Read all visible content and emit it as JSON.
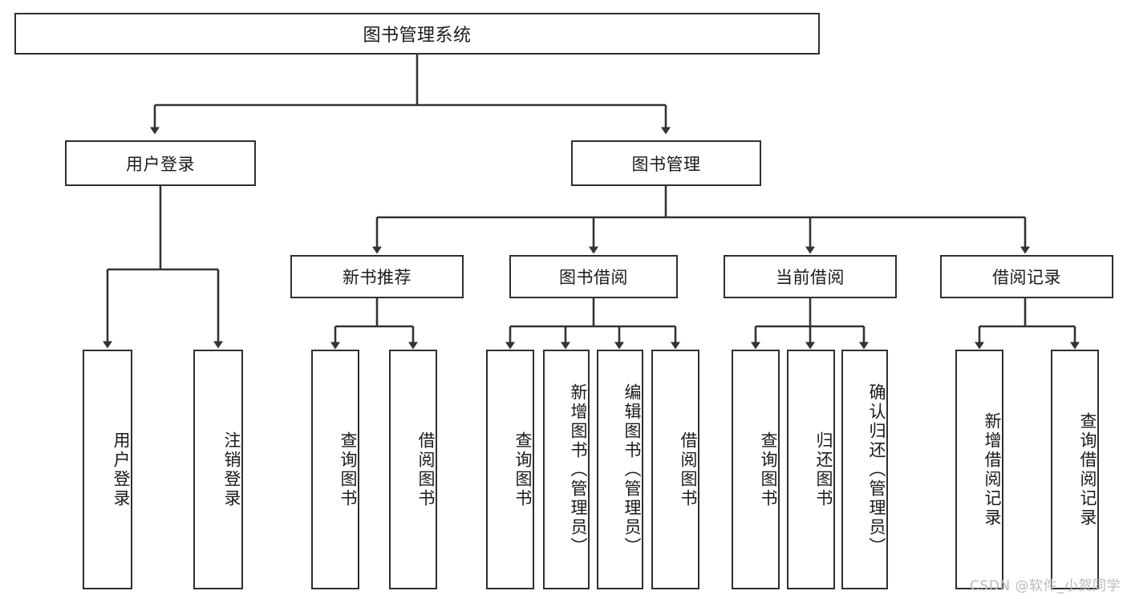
{
  "diagram": {
    "title": "图书管理系统",
    "type": "tree-hierarchy-chart",
    "watermark": "CSDN @软件_小贺同学",
    "colors": {
      "box_border": "#2f2f2f",
      "box_fill": "#ffffff",
      "connector": "#333333",
      "text": "#1a1a1a",
      "watermark": "#b9b9b9"
    },
    "root": {
      "label": "图书管理系统"
    },
    "level2": [
      {
        "label": "用户登录"
      },
      {
        "label": "图书管理"
      }
    ],
    "level3": [
      {
        "label": "新书推荐"
      },
      {
        "label": "图书借阅"
      },
      {
        "label": "当前借阅"
      },
      {
        "label": "借阅记录"
      }
    ],
    "leaves": {
      "user_login": [
        {
          "label": "用户登录"
        },
        {
          "label": "注销登录"
        }
      ],
      "new_book_recommend": [
        {
          "label": "查询图书"
        },
        {
          "label": "借阅图书"
        }
      ],
      "book_borrow": [
        {
          "label": "查询图书"
        },
        {
          "label": "新增图书（管理员）"
        },
        {
          "label": "编辑图书（管理员）"
        },
        {
          "label": "借阅图书"
        }
      ],
      "current_borrow": [
        {
          "label": "查询图书"
        },
        {
          "label": "归还图书"
        },
        {
          "label": "确认归还（管理员）"
        }
      ],
      "borrow_record": [
        {
          "label": "新增借阅记录"
        },
        {
          "label": "查询借阅记录"
        }
      ]
    }
  }
}
